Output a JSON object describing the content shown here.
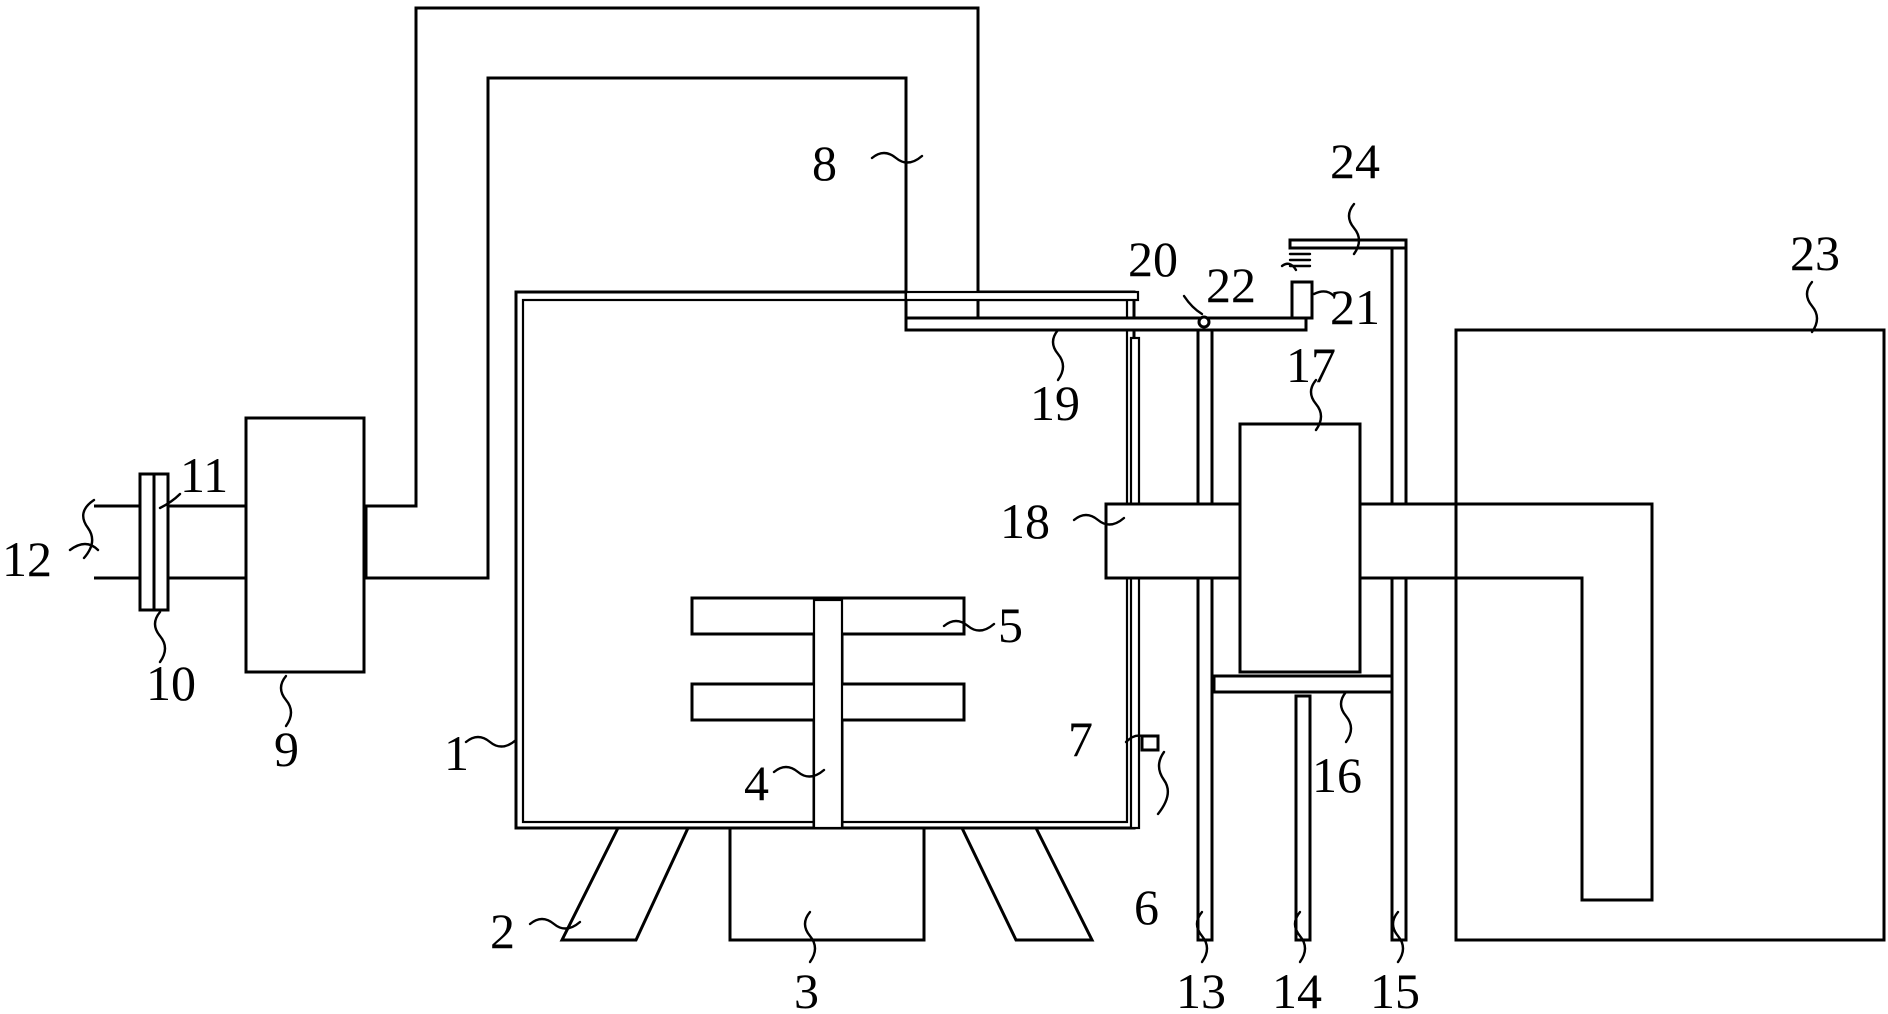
{
  "labels": {
    "n1": "1",
    "n2": "2",
    "n3": "3",
    "n4": "4",
    "n5": "5",
    "n6": "6",
    "n7": "7",
    "n8": "8",
    "n9": "9",
    "n10": "10",
    "n11": "11",
    "n12": "12",
    "n13": "13",
    "n14": "14",
    "n15": "15",
    "n16": "16",
    "n17": "17",
    "n18": "18",
    "n19": "19",
    "n20": "20",
    "n21": "21",
    "n22": "22",
    "n23": "23",
    "n24": "24"
  }
}
